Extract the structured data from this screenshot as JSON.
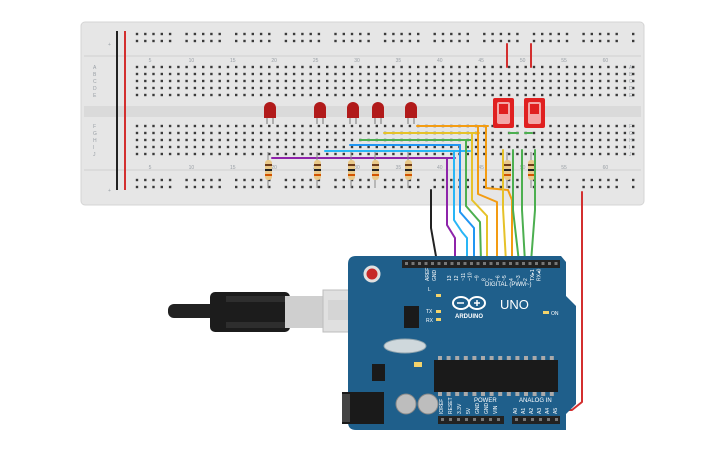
{
  "breadboard": {
    "column_labels": [
      "5",
      "10",
      "15",
      "20",
      "25",
      "30",
      "35",
      "40",
      "45",
      "50",
      "55",
      "60"
    ],
    "row_labels_top": [
      "A",
      "B",
      "C",
      "D",
      "E"
    ],
    "row_labels_bottom": [
      "F",
      "G",
      "H",
      "I",
      "J"
    ],
    "rail_plus": "+",
    "rail_minus": "−"
  },
  "arduino": {
    "model_label": "UNO",
    "brand_label": "ARDUINO",
    "digital_label": "DIGITAL (PWM~)",
    "power_label": "POWER",
    "analog_label": "ANALOG IN",
    "on_label": "ON",
    "tx_label": "TX",
    "rx_label": "RX",
    "l_label": "L",
    "aref_label": "AREF",
    "gnd_label": "GND",
    "digital_pins": [
      "13",
      "12",
      "~11",
      "~10",
      "~9",
      "8",
      "7",
      "~6",
      "~5",
      "4",
      "~3",
      "2",
      "TX▸1",
      "RX◂0"
    ],
    "power_pins": [
      "IOREF",
      "RESET",
      "3.3V",
      "5V",
      "GND",
      "GND",
      "VIN"
    ],
    "analog_pins": [
      "A0",
      "A1",
      "A2",
      "A3",
      "A4",
      "A5"
    ]
  },
  "colors": {
    "board_blue": "#1f5f8b",
    "breadboard": "#e6e6e6",
    "led_red": "#b11a1a",
    "switch_red": "#e02020",
    "wire_red": "#d32f2f",
    "wire_black": "#222222"
  }
}
